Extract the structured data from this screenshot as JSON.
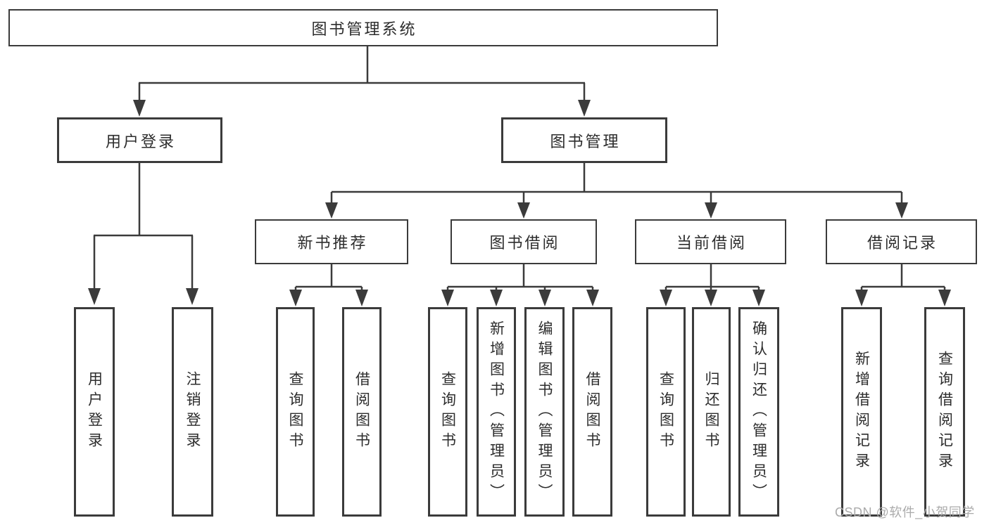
{
  "diagram": {
    "root": "图书管理系统",
    "level2": [
      "用户登录",
      "图书管理"
    ],
    "level3": [
      "新书推荐",
      "图书借阅",
      "当前借阅",
      "借阅记录"
    ],
    "leaves": {
      "user_login": [
        "用户登录",
        "注销登录"
      ],
      "new_book": [
        "查询图书",
        "借阅图书"
      ],
      "book_borrow": [
        "查询图书",
        "新增图书（管理员）",
        "编辑图书（管理员）",
        "借阅图书"
      ],
      "current_borrow": [
        "查询图书",
        "归还图书",
        "确认归还（管理员）"
      ],
      "borrow_records": [
        "新增借阅记录",
        "查询借阅记录"
      ]
    },
    "watermark": "CSDN @软件_小贺同学",
    "colors": {
      "line": "#3b3b3b",
      "text": "#2d2d2d",
      "box_fill": "#ffffff",
      "watermark": "#ababab",
      "background": "#ffffff"
    }
  }
}
